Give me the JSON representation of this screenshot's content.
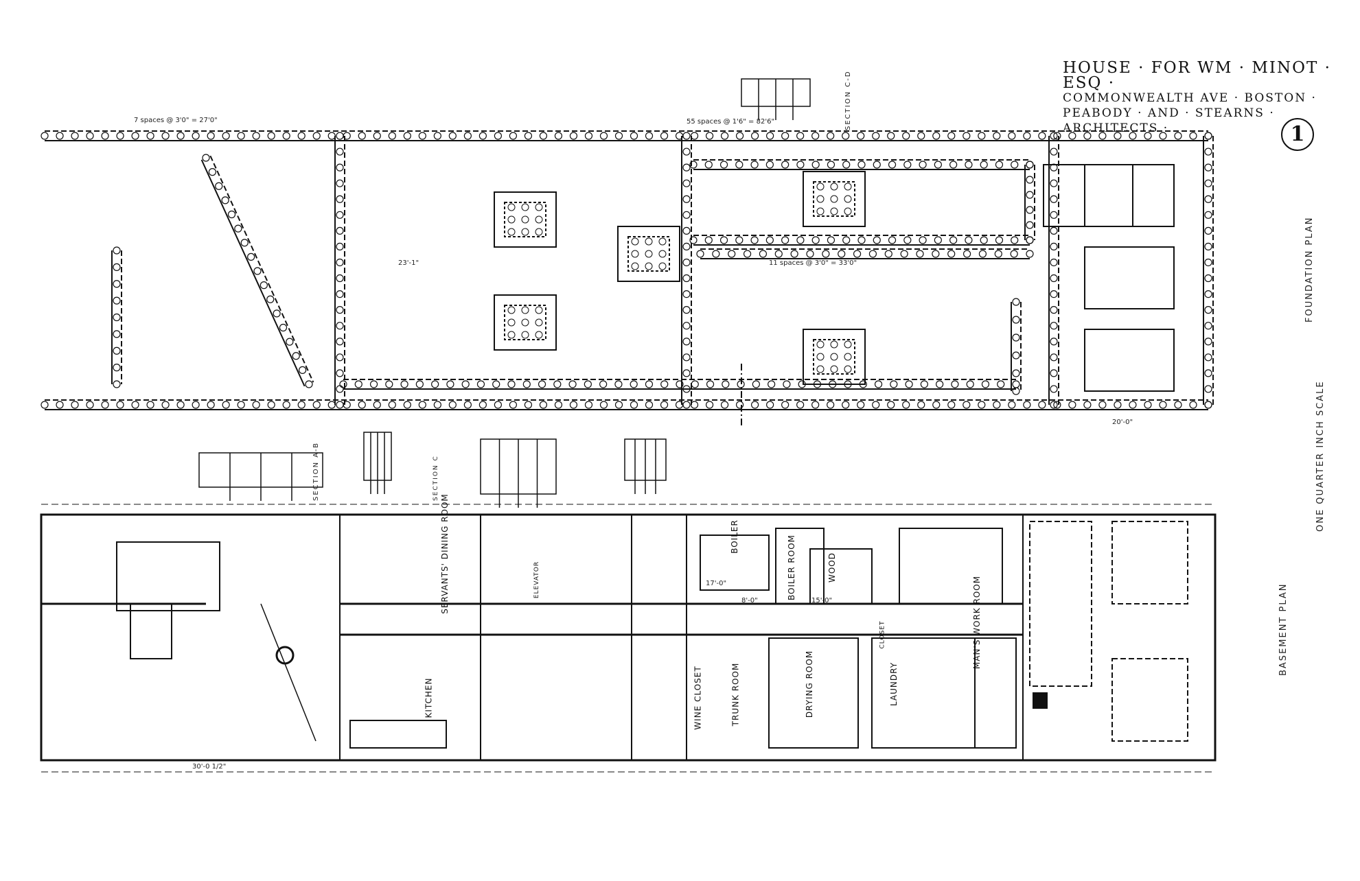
{
  "title": {
    "line1": "HOUSE · FOR WM · MINOT · ESQ ·",
    "line2": "COMMONWEALTH AVE · BOSTON ·",
    "line3": "PEABODY · AND · STEARNS · ARCHITECTS ·"
  },
  "sheet_number": "1",
  "labels": {
    "foundation_plan": "FOUNDATION PLAN",
    "scale": "ONE QUARTER INCH SCALE",
    "basement_plan": "BASEMENT PLAN",
    "section_cd": "SECTION C-D",
    "section_ab": "SECTION A-B",
    "section_c": "SECTION C"
  },
  "rooms": [
    {
      "name": "SERVANTS' DINING ROOM"
    },
    {
      "name": "KITCHEN"
    },
    {
      "name": "ELEVATOR"
    },
    {
      "name": "WINE CLOSET"
    },
    {
      "name": "BOILER"
    },
    {
      "name": "BOILER ROOM"
    },
    {
      "name": "WOOD"
    },
    {
      "name": "TRUNK ROOM"
    },
    {
      "name": "DRYING ROOM"
    },
    {
      "name": "LAUNDRY"
    },
    {
      "name": "MAN'S WORK ROOM"
    },
    {
      "name": "CLOSET"
    }
  ],
  "dimensions": {
    "d1": "23'-1\"",
    "d2": "11 spaces @ 3'0\" = 33'0\"",
    "d3": "55 spaces @ 1'6\" = 82'6\"",
    "d4": "7 spaces @ 3'0\" = 27'0\"",
    "d5": "30'-0 1/2\"",
    "d6": "17'-0\"",
    "d7": "15'-0\"",
    "d8": "8'-0\"",
    "d9": "20'-0\""
  }
}
